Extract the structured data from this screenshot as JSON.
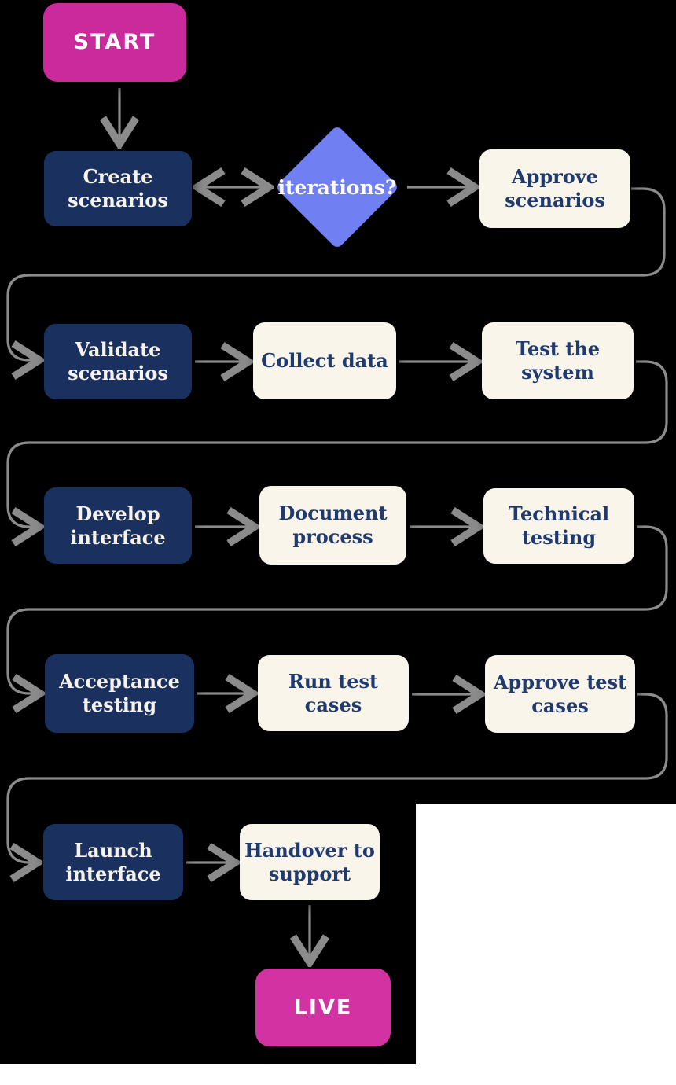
{
  "diagram": {
    "type": "flowchart",
    "background": "black-on-white",
    "nodes": {
      "start": {
        "label": "START",
        "type": "terminal",
        "fill": "#ca2a9c",
        "text_color": "#ffffff"
      },
      "create_scenarios": {
        "label": "Create scenarios",
        "type": "process-primary",
        "fill": "#1a3160",
        "text_color": "#f7f3ec"
      },
      "iterations": {
        "label": "iterations?",
        "type": "decision",
        "fill": "#707ff2",
        "text_color": "#ffffff"
      },
      "approve_scenarios": {
        "label": "Approve scenarios",
        "type": "process-secondary",
        "fill": "#faf5ea",
        "text_color": "#1f3a6e"
      },
      "validate_scenarios": {
        "label": "Validate scenarios",
        "type": "process-primary",
        "fill": "#1a3160",
        "text_color": "#f7f3ec"
      },
      "collect_data": {
        "label": "Collect data",
        "type": "process-secondary",
        "fill": "#faf5ea",
        "text_color": "#1f3a6e"
      },
      "test_system": {
        "label": "Test the system",
        "type": "process-secondary",
        "fill": "#faf5ea",
        "text_color": "#1f3a6e"
      },
      "develop_interface": {
        "label": "Develop interface",
        "type": "process-primary",
        "fill": "#1a3160",
        "text_color": "#f7f3ec"
      },
      "document_process": {
        "label": "Document process",
        "type": "process-secondary",
        "fill": "#faf5ea",
        "text_color": "#1f3a6e"
      },
      "technical_testing": {
        "label": "Technical testing",
        "type": "process-secondary",
        "fill": "#faf5ea",
        "text_color": "#1f3a6e"
      },
      "acceptance_testing": {
        "label": "Acceptance testing",
        "type": "process-primary",
        "fill": "#1a3160",
        "text_color": "#f7f3ec"
      },
      "run_test_cases": {
        "label": "Run test cases",
        "type": "process-secondary",
        "fill": "#faf5ea",
        "text_color": "#1f3a6e"
      },
      "approve_test_cases": {
        "label": "Approve test cases",
        "type": "process-secondary",
        "fill": "#faf5ea",
        "text_color": "#1f3a6e"
      },
      "launch_interface": {
        "label": "Launch interface",
        "type": "process-primary",
        "fill": "#1a3160",
        "text_color": "#f7f3ec"
      },
      "handover_support": {
        "label": "Handover to support",
        "type": "process-secondary",
        "fill": "#faf5ea",
        "text_color": "#1f3a6e"
      },
      "live": {
        "label": "LIVE",
        "type": "terminal",
        "fill": "#d232a2",
        "text_color": "#ffffff"
      }
    },
    "connectors": [
      {
        "from": "start",
        "to": "create_scenarios",
        "arrows": "end"
      },
      {
        "from": "create_scenarios",
        "to": "iterations",
        "arrows": "both"
      },
      {
        "from": "iterations",
        "to": "approve_scenarios",
        "arrows": "end"
      },
      {
        "from": "approve_scenarios",
        "to": "validate_scenarios",
        "arrows": "end",
        "style": "wrap-around"
      },
      {
        "from": "validate_scenarios",
        "to": "collect_data",
        "arrows": "end"
      },
      {
        "from": "collect_data",
        "to": "test_system",
        "arrows": "end"
      },
      {
        "from": "test_system",
        "to": "develop_interface",
        "arrows": "end",
        "style": "wrap-around"
      },
      {
        "from": "develop_interface",
        "to": "document_process",
        "arrows": "end"
      },
      {
        "from": "document_process",
        "to": "technical_testing",
        "arrows": "end"
      },
      {
        "from": "technical_testing",
        "to": "acceptance_testing",
        "arrows": "end",
        "style": "wrap-around"
      },
      {
        "from": "acceptance_testing",
        "to": "run_test_cases",
        "arrows": "end"
      },
      {
        "from": "run_test_cases",
        "to": "approve_test_cases",
        "arrows": "end"
      },
      {
        "from": "approve_test_cases",
        "to": "launch_interface",
        "arrows": "end",
        "style": "wrap-around"
      },
      {
        "from": "launch_interface",
        "to": "handover_support",
        "arrows": "end"
      },
      {
        "from": "handover_support",
        "to": "live",
        "arrows": "end"
      }
    ],
    "colors": {
      "backdrop": "#000000",
      "page": "#ffffff",
      "connector": "#8b8b8b",
      "primary_node": "#1a3160",
      "secondary_node": "#faf5ea",
      "decision_node": "#707ff2",
      "start_node": "#ca2a9c",
      "end_node": "#d232a2"
    }
  }
}
